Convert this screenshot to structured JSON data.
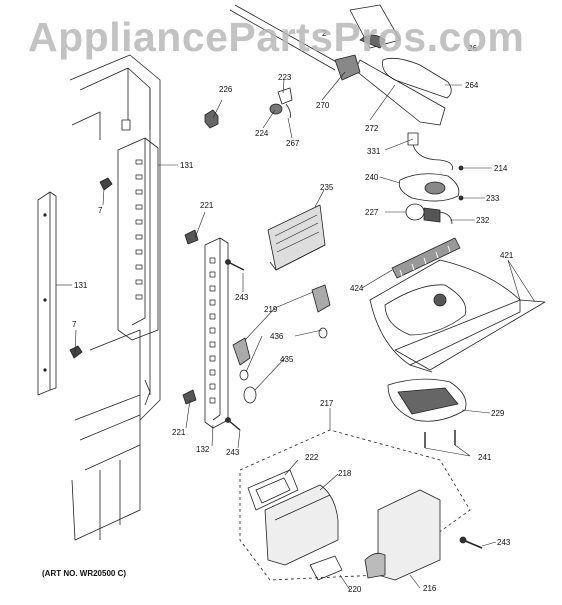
{
  "watermark": "AppliancePartsPros.com",
  "art_number": "(ART NO. WR20500 C)",
  "callouts": {
    "c2": "2",
    "c26": "26",
    "c264": "264",
    "c223": "223",
    "c226": "226",
    "c270": "270",
    "c224": "224",
    "c267": "267",
    "c272": "272",
    "c131a": "131",
    "c331": "331",
    "c214": "214",
    "c7a": "7",
    "c240": "240",
    "c233": "233",
    "c235": "235",
    "c227": "227",
    "c232": "232",
    "c221a": "221",
    "c243a": "243",
    "c421": "421",
    "c424": "424",
    "c131b": "131",
    "c219": "219",
    "c436": "436",
    "c7b": "7",
    "c435": "435",
    "c229": "229",
    "c221b": "221",
    "c132": "132",
    "c243b": "243",
    "c241": "241",
    "c217": "217",
    "c222": "222",
    "c218": "218",
    "c243c": "243",
    "c220": "220",
    "c216": "216"
  }
}
